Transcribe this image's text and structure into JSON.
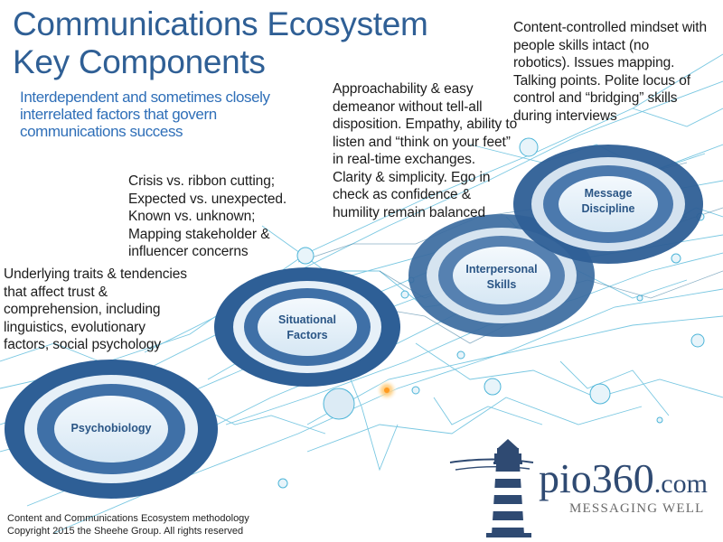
{
  "title": {
    "line1": "Communications Ecosystem",
    "line2": "Key Components"
  },
  "subtitle": "Interdependent and sometimes closely interrelated factors that govern communications success",
  "components": [
    {
      "name": "Psychobiology",
      "description": "Underlying traits & tendencies that affect trust & comprehension, including linguistics, evolutionary factors, social psychology"
    },
    {
      "name_line1": "Situational",
      "name_line2": "Factors",
      "description": "Crisis vs. ribbon cutting; Expected vs. unexpected. Known vs. unknown; Mapping stakeholder & influencer concerns"
    },
    {
      "name_line1": "Interpersonal",
      "name_line2": "Skills",
      "description": "Approachability & easy demeanor without tell-all disposition.  Empathy, ability to listen and “think on your feet” in real-time exchanges. Clarity & simplicity. Ego in check as confidence & humility remain balanced"
    },
    {
      "name_line1": "Message",
      "name_line2": "Discipline",
      "description": "Content-controlled mindset with people skills intact (no robotics). Issues mapping. Talking points. Polite locus of control and “bridging” skills during interviews"
    }
  ],
  "footer": {
    "line1": "Content and Communications Ecosystem methodology",
    "line2": "Copyright 2015 the Sheehe Group.    All rights reserved"
  },
  "brand": {
    "name": "pio360",
    "domain": ".com",
    "tagline": "MESSAGING WELL"
  },
  "colors": {
    "title": "#2f5f95",
    "subtitle": "#2f6fb8",
    "ring_dark": "#2e5f96",
    "ring_light": "#dbe9f5",
    "network": "#4db5d8"
  }
}
